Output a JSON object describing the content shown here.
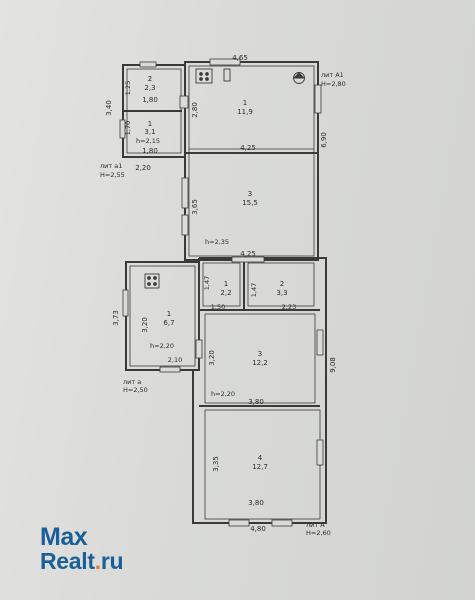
{
  "plan": {
    "top_width": "4,65",
    "lit_A1": "лит А1",
    "h_A1": "H=2,80",
    "lit_a1": "лит а1",
    "h_a1": "H=2,55",
    "lit_a": "лит а",
    "h_a": "H=2,50",
    "lit_A": "лит А",
    "h_A": "H=2,60",
    "dims": {
      "d340": "3,40",
      "d125": "1,25",
      "d180a": "1,80",
      "d170": "1,70",
      "h215": "h=2,15",
      "d180b": "1,80",
      "d220": "2,20",
      "d280": "2,80",
      "d690": "6,90",
      "d425a": "4,25",
      "d365": "3,65",
      "h235": "h=2,35",
      "d425b": "4,25",
      "d373": "3,73",
      "d320a": "3,20",
      "h220a": "h=2,20",
      "d210": "2,10",
      "d147a": "1,47",
      "d147b": "1,47",
      "d150": "1,50",
      "d223": "2,23",
      "d320b": "3,20",
      "d908": "9,08",
      "h220b": "h=2,20",
      "d380a": "3,80",
      "d335": "3,35",
      "d380b": "3,80",
      "d480": "4,80"
    },
    "rooms": [
      {
        "num": "2",
        "area": "2,3"
      },
      {
        "num": "1",
        "area": "3,1"
      },
      {
        "num": "1",
        "area": "11,9"
      },
      {
        "num": "3",
        "area": "15,5"
      },
      {
        "num": "1",
        "area": "6,7"
      },
      {
        "num": "1",
        "area": "2,2"
      },
      {
        "num": "2",
        "area": "3,3"
      },
      {
        "num": "3",
        "area": "12,2"
      },
      {
        "num": "4",
        "area": "12,7"
      }
    ]
  },
  "watermark": {
    "line1": "Max",
    "line2_a": "Realt",
    "line2_dot": ".",
    "line2_b": "ru",
    "brand_color": "#1b5f98",
    "dot_color": "#e8792a"
  }
}
